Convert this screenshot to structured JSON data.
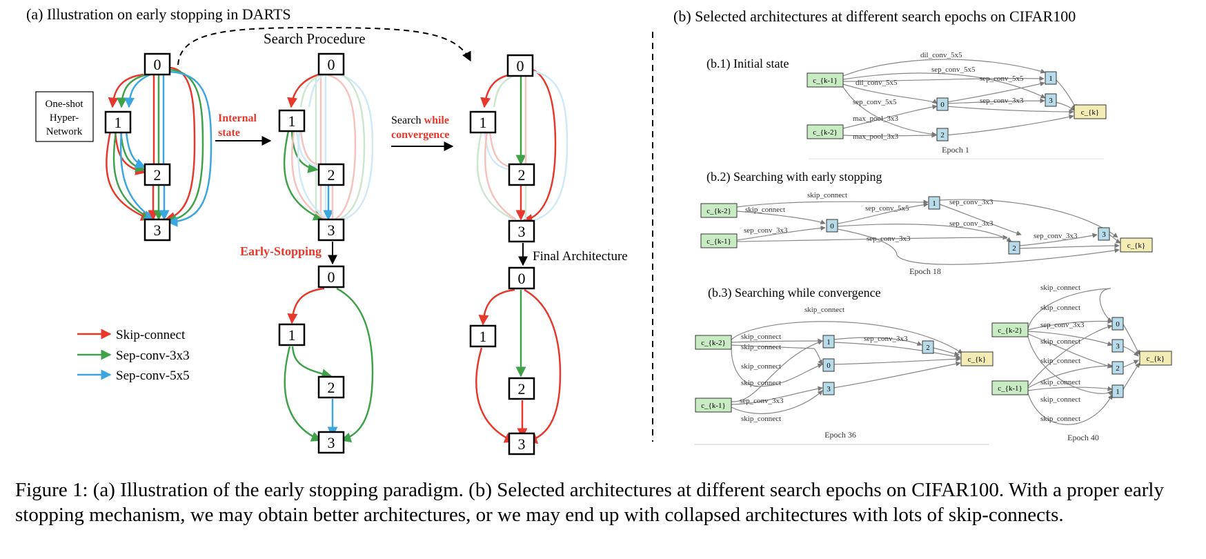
{
  "panel_a": {
    "title": "(a) Illustration on early stopping in DARTS",
    "search_procedure": "Search Procedure",
    "hypernet_label": [
      "One-shot",
      "Hyper-",
      "Network"
    ],
    "internal_state": [
      "Internal",
      "state"
    ],
    "search_while": {
      "prefix": "Search ",
      "highlight": "while",
      "line2": "convergence"
    },
    "early_stopping": "Early-Stopping",
    "final_architecture": "Final Architecture",
    "node_labels": [
      "0",
      "1",
      "2",
      "3"
    ],
    "legend": [
      {
        "label": "Skip-connect",
        "color": "#e8372b"
      },
      {
        "label": "Sep-conv-3x3",
        "color": "#3fa24a"
      },
      {
        "label": "Sep-conv-5x5",
        "color": "#3ba6e0"
      }
    ]
  },
  "panel_b": {
    "title": "(b) Selected architectures at different search epochs on CIFAR100",
    "b1": {
      "title": "(b.1) Initial state",
      "epoch": "Epoch 1",
      "inputs": [
        "c_{k-1}",
        "c_{k-2}"
      ],
      "output": "c_{k}",
      "nodes": [
        "0",
        "1",
        "2",
        "3"
      ],
      "edge_labels": [
        "dil_conv_5x5",
        "sep_conv_5x5",
        "dil_conv_5x5",
        "sep_conv_5x5",
        "sep_conv_5x5",
        "sep_conv_3x3",
        "max_pool_3x3",
        "max_pool_3x3"
      ]
    },
    "b2": {
      "title": "(b.2) Searching with early stopping",
      "epoch": "Epoch 18",
      "inputs": [
        "c_{k-2}",
        "c_{k-1}"
      ],
      "output": "c_{k}",
      "nodes": [
        "0",
        "1",
        "2",
        "3"
      ],
      "edge_labels": [
        "skip_connect",
        "skip_connect",
        "sep_conv_5x5",
        "sep_conv_3x3",
        "sep_conv_3x3",
        "sep_conv_3x3",
        "sep_conv_3x3",
        "sep_conv_3x3"
      ]
    },
    "b3": {
      "title": "(b.3) Searching while convergence",
      "epoch_left": "Epoch 36",
      "epoch_right": "Epoch 40",
      "left": {
        "inputs": [
          "c_{k-2}",
          "c_{k-1}"
        ],
        "output": "c_{k}",
        "nodes": [
          "1",
          "2",
          "0",
          "3"
        ],
        "edge_labels": [
          "skip_connect",
          "skip_connect",
          "skip_connect",
          "sep_conv_3x3",
          "skip_connect",
          "skip_connect",
          "sep_conv_3x3",
          "skip_connect"
        ]
      },
      "right": {
        "inputs": [
          "c_{k-2}",
          "c_{k-1}"
        ],
        "output": "c_{k}",
        "nodes": [
          "0",
          "3",
          "2",
          "1"
        ],
        "edge_labels": [
          "skip_connect",
          "skip_connect",
          "sep_conv_3x3",
          "skip_connect",
          "skip_connect",
          "skip_connect",
          "skip_connect",
          "skip_connect"
        ]
      }
    }
  },
  "caption": "Figure 1: (a) Illustration of the early stopping paradigm. (b) Selected architectures at different search epochs on CIFAR100. With a proper early stopping mechanism, we may obtain better architectures, or we may end up with collapsed architectures with lots of skip-connects."
}
